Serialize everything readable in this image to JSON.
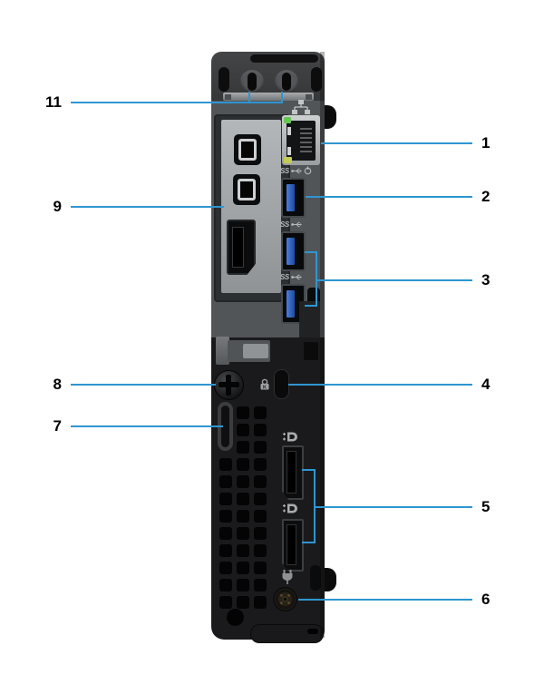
{
  "accent_color": "#2E96D1",
  "callouts": {
    "left": [
      {
        "number": "11",
        "target": "external-antenna-modules"
      },
      {
        "number": "9",
        "target": "expansion-slot"
      },
      {
        "number": "8",
        "target": "thumbscrew"
      },
      {
        "number": "7",
        "target": "padlock-ring"
      }
    ],
    "right": [
      {
        "number": "1",
        "target": "ethernet-port"
      },
      {
        "number": "2",
        "target": "usb-port-with-smart-power-on"
      },
      {
        "number": "3",
        "target": "usb-ports"
      },
      {
        "number": "4",
        "target": "security-cable-slot"
      },
      {
        "number": "5",
        "target": "displayports"
      },
      {
        "number": "6",
        "target": "power-connector-port"
      }
    ]
  },
  "port_markings": {
    "usb1": "SS",
    "usb2": "SS",
    "usb3": "SS"
  },
  "icons": {
    "network": "network-icon",
    "usb_trident": "usb-trident-icon",
    "power_on": "power-icon",
    "security_lock": "kensington-lock-icon",
    "displayport": "displayport-icon",
    "power_plug": "power-plug-icon"
  }
}
